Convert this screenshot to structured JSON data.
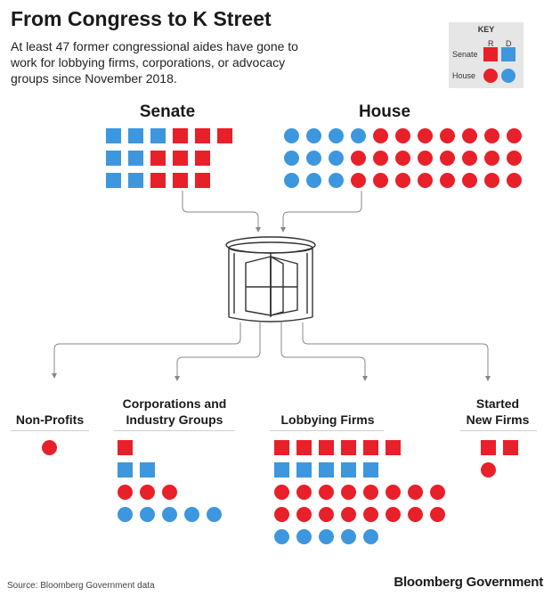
{
  "header": {
    "title": "From Congress to K Street",
    "subtitle": "At least 47 former congressional aides have gone to work for lobbying firms, corporations, or advocacy groups since November 2018."
  },
  "key": {
    "title": "KEY",
    "col_r": "R",
    "col_d": "D",
    "row_senate": "Senate",
    "row_house": "House"
  },
  "colors": {
    "republican": "#e8202a",
    "democrat": "#3d97de",
    "arrow": "#888888",
    "door": "#333333"
  },
  "chambers": {
    "senate": {
      "label": "Senate",
      "rows": [
        {
          "democrat": 3,
          "republican": 3
        },
        {
          "democrat": 2,
          "republican": 3
        },
        {
          "democrat": 2,
          "republican": 3
        }
      ]
    },
    "house": {
      "label": "House",
      "rows": [
        {
          "democrat": 4,
          "republican": 7
        },
        {
          "democrat": 3,
          "republican": 8
        },
        {
          "democrat": 3,
          "republican": 8
        }
      ]
    }
  },
  "destinations": {
    "nonprofits": {
      "label": "Non-Profits",
      "rows": [
        {
          "chamber": "house",
          "party": "republican",
          "count": 1
        }
      ]
    },
    "corporations": {
      "label_line1": "Corporations and",
      "label_line2": "Industry Groups",
      "rows": [
        {
          "chamber": "senate",
          "party": "republican",
          "count": 1
        },
        {
          "chamber": "senate",
          "party": "democrat",
          "count": 2
        },
        {
          "chamber": "house",
          "party": "republican",
          "count": 3
        },
        {
          "chamber": "house",
          "party": "democrat",
          "count": 5
        }
      ]
    },
    "lobbying": {
      "label": "Lobbying Firms",
      "rows": [
        {
          "chamber": "senate",
          "party": "republican",
          "count": 6
        },
        {
          "chamber": "senate",
          "party": "democrat",
          "count": 5
        },
        {
          "chamber": "house",
          "party": "republican",
          "count": 8
        },
        {
          "chamber": "house",
          "party": "republican",
          "count": 8
        },
        {
          "chamber": "house",
          "party": "democrat",
          "count": 5
        }
      ]
    },
    "new_firms": {
      "label_line1": "Started",
      "label_line2": "New Firms",
      "rows": [
        {
          "chamber": "senate",
          "party": "republican",
          "count": 2
        },
        {
          "chamber": "house",
          "party": "republican",
          "count": 1
        }
      ]
    }
  },
  "footer": {
    "source": "Source: Bloomberg Government data",
    "brand": "Bloomberg Government"
  }
}
